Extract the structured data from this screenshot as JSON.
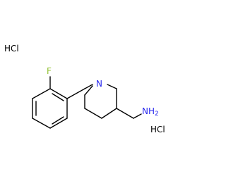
{
  "salts": [
    "HCl",
    "HCl"
  ],
  "atoms": {
    "fluorine": {
      "label": "F",
      "color": "#8fbf2f"
    },
    "ring_nitrogen": {
      "label": "N",
      "color": "#2a2aee"
    },
    "amine": {
      "label": "NH",
      "subscript": "2",
      "color": "#2a2aee"
    }
  }
}
